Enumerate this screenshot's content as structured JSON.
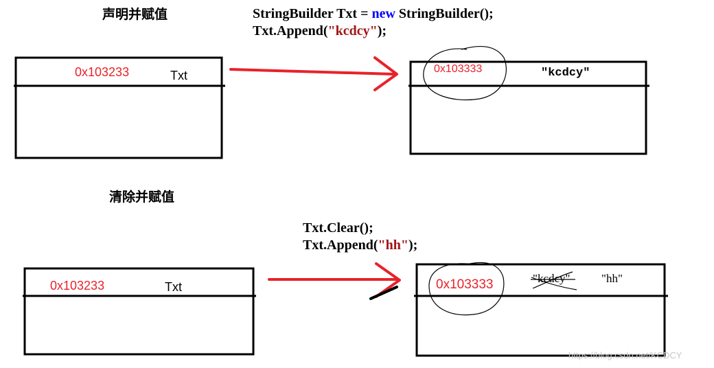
{
  "section1": {
    "heading": "声明并赋值",
    "code_line1": {
      "part1": "StringBuilder Txt = ",
      "keyword": "new",
      "part2": " StringBuilder();"
    },
    "code_line2": {
      "prefix": "Txt.Append(",
      "string": "\"kcdcy\"",
      "suffix": ");"
    },
    "left_box": {
      "address": "0x103233",
      "name": "Txt"
    },
    "right_box": {
      "address": "0x103333",
      "value": "\"kcdcy\""
    }
  },
  "section2": {
    "heading": "清除并赋值",
    "code_line1": {
      "text": "Txt.Clear();"
    },
    "code_line2": {
      "prefix": "Txt.Append(",
      "string": "\"hh\"",
      "suffix": ");"
    },
    "left_box": {
      "address": "0x103233",
      "name": "Txt"
    },
    "right_box": {
      "address": "0x103333",
      "old_value": "\"kcdcy\"",
      "new_value": "\"hh\""
    }
  },
  "watermark": "https://blog.csdn.net/KCDCY",
  "colors": {
    "address": "#e8222a",
    "arrow": "#e8222a",
    "keyword": "#0000ff",
    "string": "#a31515",
    "box_stroke": "#000000"
  }
}
